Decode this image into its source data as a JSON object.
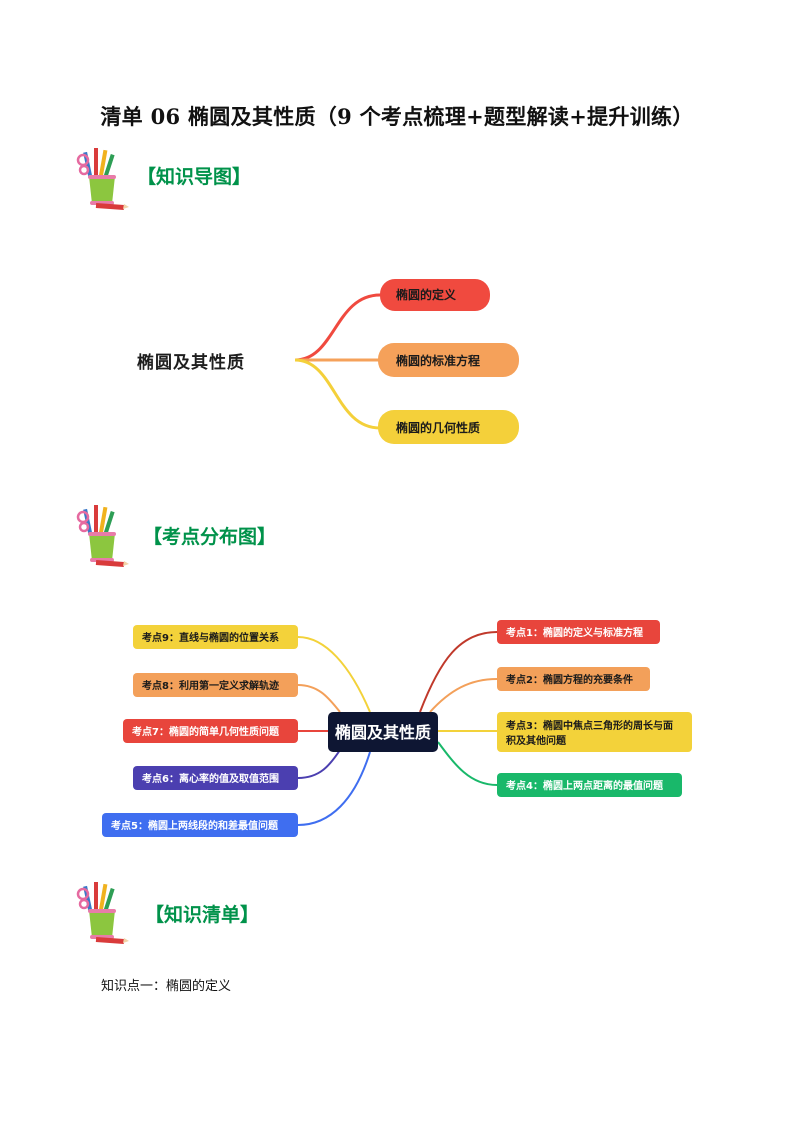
{
  "document": {
    "title": "清单 06  椭圆及其性质（9 个考点梳理+题型解读+提升训练）"
  },
  "sections": [
    {
      "heading": "【知识导图】",
      "icon": "pencil-cup-icon"
    },
    {
      "heading": "【考点分布图】",
      "icon": "pencil-cup-icon"
    },
    {
      "heading": "【知识清单】",
      "icon": "pencil-cup-icon"
    }
  ],
  "knowledge_map": {
    "root": "椭圆及其性质",
    "branches": [
      {
        "label": "椭圆的定义",
        "color": "#f04a3f"
      },
      {
        "label": "椭圆的标准方程",
        "color": "#f5a15a"
      },
      {
        "label": "椭圆的几何性质",
        "color": "#f4d03a"
      }
    ]
  },
  "exam_map": {
    "center": "椭圆及其性质",
    "right_nodes": [
      {
        "label": "考点1：椭圆的定义与标准方程",
        "color": "#e8453c",
        "text_color": "#ffffff"
      },
      {
        "label": "考点2：椭圆方程的充要条件",
        "color": "#f3a05a",
        "text_color": "#1b1b1b"
      },
      {
        "label": "考点3：椭圆中焦点三角形的周长与面",
        "label2": "积及其他问题",
        "color": "#f3d23a",
        "text_color": "#1b1b1b"
      },
      {
        "label": "考点4：椭圆上两点距离的最值问题",
        "color": "#19b86a",
        "text_color": "#ffffff"
      }
    ],
    "left_nodes": [
      {
        "label": "考点9：直线与椭圆的位置关系",
        "color": "#f3d23a",
        "text_color": "#1b1b1b"
      },
      {
        "label": "考点8：利用第一定义求解轨迹",
        "color": "#f3a05a",
        "text_color": "#1b1b1b"
      },
      {
        "label": "考点7：椭圆的简单几何性质问题",
        "color": "#e8453c",
        "text_color": "#ffffff"
      },
      {
        "label": "考点6：离心率的值及取值范围",
        "color": "#4b3fb0",
        "text_color": "#ffffff"
      },
      {
        "label": "考点5：椭圆上两线段的和差最值问题",
        "color": "#3f6ef0",
        "text_color": "#ffffff"
      }
    ]
  },
  "knowledge_list": {
    "point1": "知识点一：椭圆的定义"
  }
}
